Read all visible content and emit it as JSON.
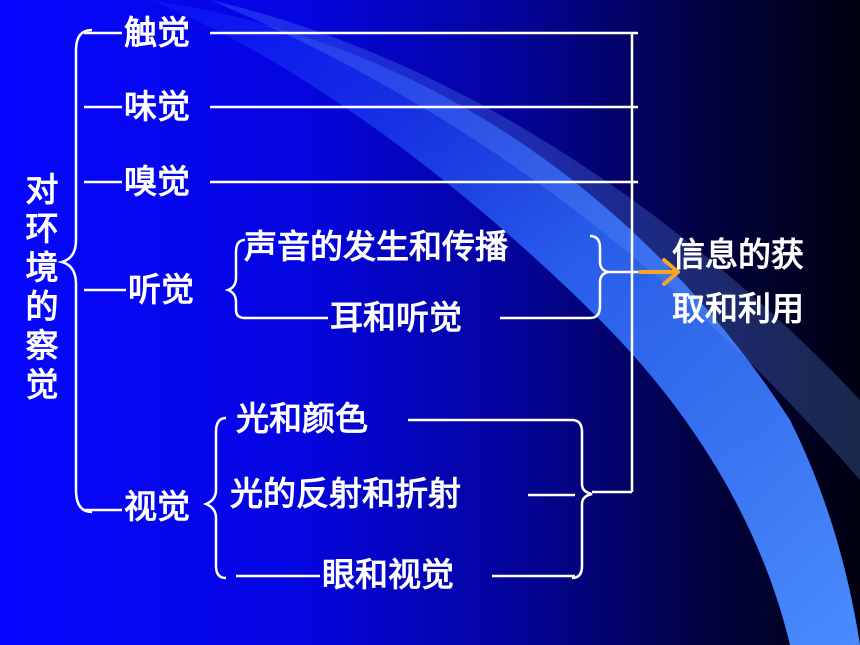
{
  "left_label": "对环境的察觉",
  "senses": {
    "touch": "触觉",
    "taste": "味觉",
    "smell": "嗅觉",
    "hearing": "听觉",
    "vision": "视觉"
  },
  "hearing_topics": [
    "声音的发生和传播",
    "耳和听觉"
  ],
  "vision_topics": [
    "光和颜色",
    "光的反射和折射",
    "眼和视觉"
  ],
  "result": [
    "信息的获",
    "取和利用"
  ],
  "colors": {
    "text": "#ffffff",
    "arrow": "#f5a623",
    "background_left": "#0606ff",
    "background_right": "#000010",
    "swoosh": "#3b7bff"
  }
}
